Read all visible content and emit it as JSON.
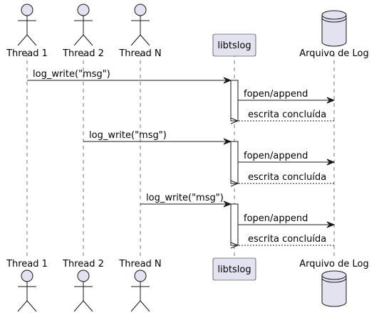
{
  "participants": [
    {
      "id": "t1",
      "label": "Thread 1",
      "kind": "actor"
    },
    {
      "id": "t2",
      "label": "Thread 2",
      "kind": "actor"
    },
    {
      "id": "tn",
      "label": "Thread N",
      "kind": "actor"
    },
    {
      "id": "lib",
      "label": "libtslog",
      "kind": "participant"
    },
    {
      "id": "log",
      "label": "Arquivo de Log",
      "kind": "database"
    }
  ],
  "messages": [
    {
      "from": "t1",
      "to": "lib",
      "text": "log_write(\"msg\")",
      "style": "solid"
    },
    {
      "from": "lib",
      "to": "log",
      "text": "fopen/append",
      "style": "solid"
    },
    {
      "from": "log",
      "to": "lib",
      "text": "escrita concluída",
      "style": "dashed"
    },
    {
      "from": "t2",
      "to": "lib",
      "text": "log_write(\"msg\")",
      "style": "solid"
    },
    {
      "from": "lib",
      "to": "log",
      "text": "fopen/append",
      "style": "solid"
    },
    {
      "from": "log",
      "to": "lib",
      "text": "escrita concluída",
      "style": "dashed"
    },
    {
      "from": "tn",
      "to": "lib",
      "text": "log_write(\"msg\")",
      "style": "solid"
    },
    {
      "from": "lib",
      "to": "log",
      "text": "fopen/append",
      "style": "solid"
    },
    {
      "from": "log",
      "to": "lib",
      "text": "escrita concluída",
      "style": "dashed"
    }
  ],
  "colors": {
    "participant_fill": "#E2E2F0",
    "stroke": "#181818",
    "activation_fill": "#FFFFFF",
    "background": "#FFFFFF"
  }
}
